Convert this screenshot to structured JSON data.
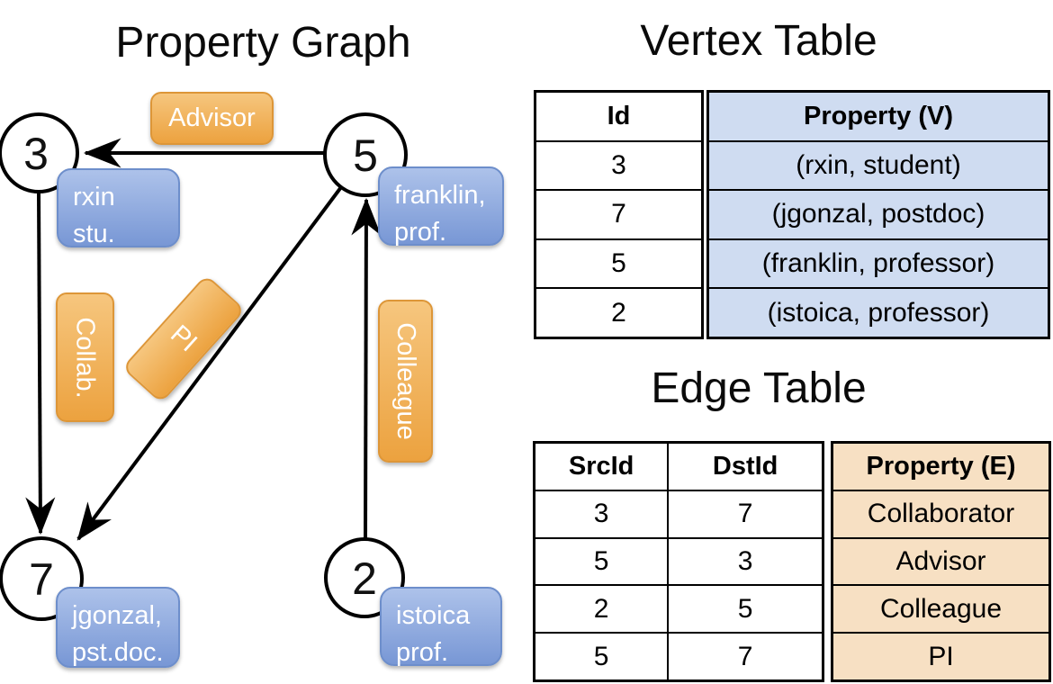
{
  "graph": {
    "title": "Property Graph",
    "nodes": [
      {
        "id": "3",
        "prop_line1": "rxin",
        "prop_line2": "stu."
      },
      {
        "id": "5",
        "prop_line1": "franklin,",
        "prop_line2": "prof."
      },
      {
        "id": "7",
        "prop_line1": "jgonzal,",
        "prop_line2": "pst.doc."
      },
      {
        "id": "2",
        "prop_line1": "istoica",
        "prop_line2": "prof."
      }
    ],
    "edge_labels": [
      {
        "label": "Advisor"
      },
      {
        "label": "Collab."
      },
      {
        "label": "PI"
      },
      {
        "label": "Colleague"
      }
    ]
  },
  "vertex_table": {
    "title": "Vertex Table",
    "id_header": "Id",
    "property_header": "Property (V)",
    "rows": [
      {
        "id": "3",
        "property": "(rxin, student)"
      },
      {
        "id": "7",
        "property": "(jgonzal, postdoc)"
      },
      {
        "id": "5",
        "property": "(franklin, professor)"
      },
      {
        "id": "2",
        "property": "(istoica, professor)"
      }
    ]
  },
  "edge_table": {
    "title": "Edge Table",
    "src_header": "SrcId",
    "dst_header": "DstId",
    "property_header": "Property (E)",
    "rows": [
      {
        "src": "3",
        "dst": "7",
        "property": "Collaborator"
      },
      {
        "src": "5",
        "dst": "3",
        "property": "Advisor"
      },
      {
        "src": "2",
        "dst": "5",
        "property": "Colleague"
      },
      {
        "src": "5",
        "dst": "7",
        "property": "PI"
      }
    ]
  },
  "colors": {
    "edge_label_orange_top": "#f6c67e",
    "edge_label_orange_bottom": "#eca23f",
    "node_prop_blue_top": "#adc2ea",
    "node_prop_blue_bottom": "#7897d5",
    "vertex_table_fill": "#cfdcf1",
    "edge_table_fill": "#f7e0c3"
  }
}
